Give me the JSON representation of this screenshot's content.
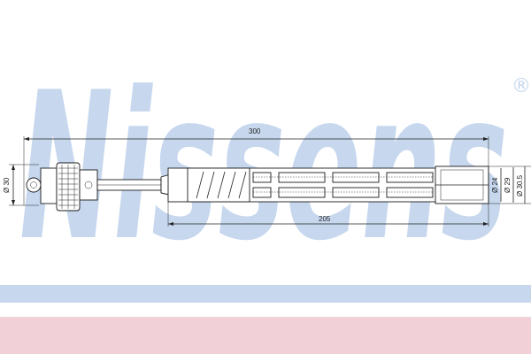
{
  "watermark": {
    "brand": "Nissens",
    "registered_mark": "®",
    "color": "#c6d7ee"
  },
  "footer": {
    "blue_band_color": "#c6d7ee",
    "pink_band_color": "#f2d0d8"
  },
  "dimensions": {
    "overall_length": "300",
    "body_length": "205",
    "left_diameter": "Ø 30",
    "inner_diameter": "Ø 24",
    "outer_diameter": "Ø 29",
    "end_diameter": "Ø 30.5"
  }
}
